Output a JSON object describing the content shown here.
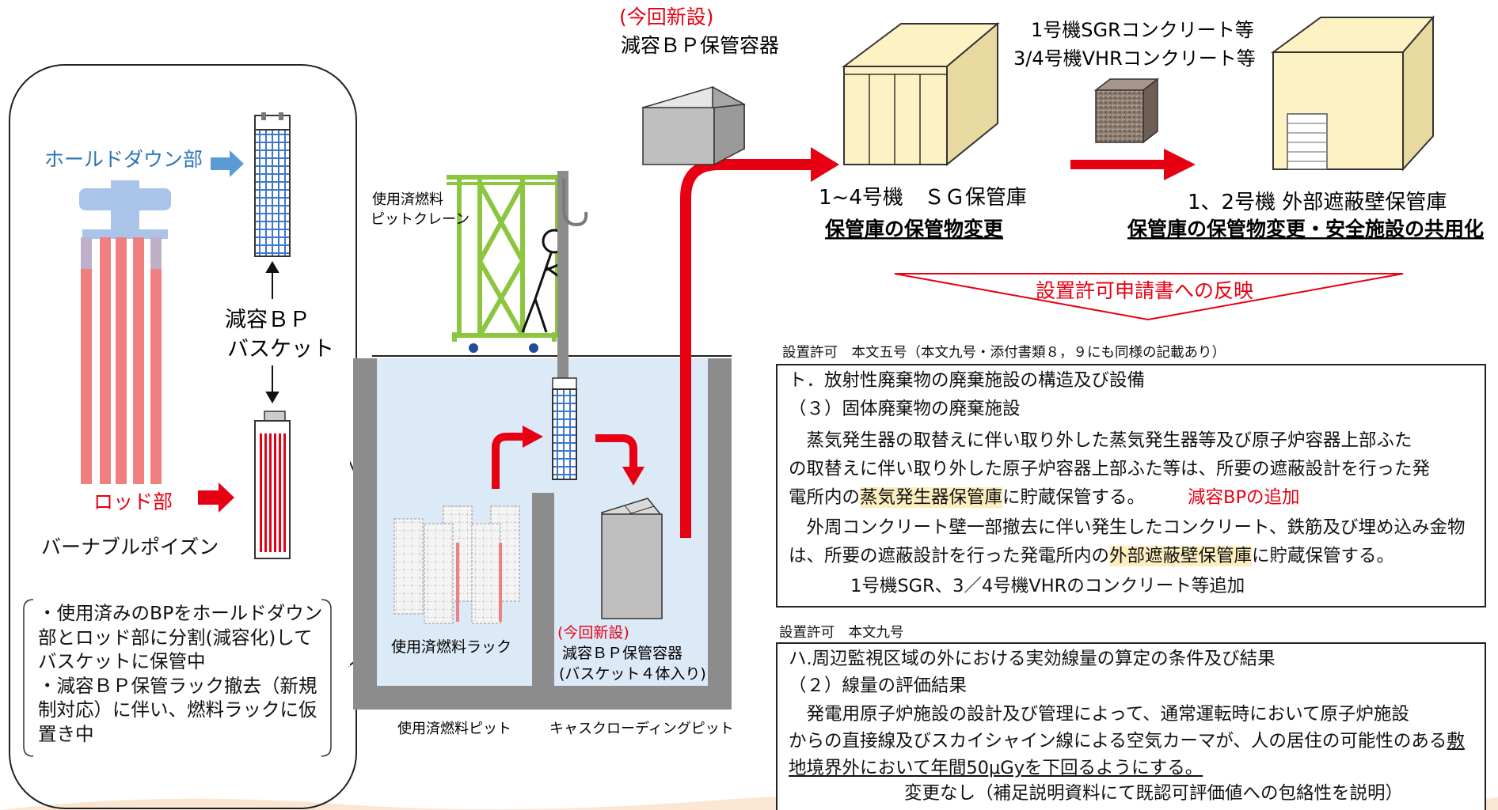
{
  "left": {
    "holddown_label": "ホールドダウン部",
    "rod_label": "ロッド部",
    "bp_label": "バーナブルポイズン",
    "basket_label_1": "減容ＢＰ",
    "basket_label_2": "バスケット",
    "note_lines": [
      "・使用済みのBPをホールドダウン",
      "部とロッド部に分割(減容化)して",
      "バスケットに保管中",
      "・減容ＢＰ保管ラック撤去（新規",
      "制対応）に伴い、燃料ラックに仮",
      "置き中"
    ]
  },
  "pool": {
    "crane_label_1": "使用済燃料",
    "crane_label_2": "ピットクレーン",
    "rack_label": "使用済燃料ラック",
    "container_new": "(今回新設)",
    "container_label": "減容ＢＰ保管容器",
    "container_note": "(バスケット４体入り)",
    "pit_label": "使用済燃料ピット",
    "cask_pit_label": "キャスクローディングピット"
  },
  "top": {
    "new_label": "(今回新設)",
    "container_label": "減容ＢＰ保管容器",
    "sg_store_label": "1~4号機　ＳＧ保管庫",
    "sg_store_change": "保管庫の保管物変更",
    "concrete_label_1": "1号機SGRコンクリート等",
    "concrete_label_2": "3/4号機VHRコンクリート等",
    "shield_store_label": "1、2号機 外部遮蔽壁保管庫",
    "shield_store_change": "保管庫の保管物変更・安全施設の共用化",
    "reflect_label": "設置許可申請書への反映"
  },
  "permit5": {
    "heading": "設置許可　本文五号（本文九号・添付書類８，９にも同様の記載あり）",
    "line1": "ト．放射性廃棄物の廃棄施設の構造及び設備",
    "line2": "（３）固体廃棄物の廃棄施設",
    "line3": "　蒸気発生器の取替えに伴い取り外した蒸気発生器等及び原子炉容器上部ふた",
    "line4": "の取替えに伴い取り外した原子炉容器上部ふた等は、所要の遮蔽設計を行った発",
    "line5_a": "電所内の",
    "line5_hl": "蒸気発生器保管庫",
    "line5_b": "に貯蔵保管する。",
    "line5_note": "減容BPの追加",
    "line6": "　外周コンクリート壁一部撤去に伴い発生したコンクリート、鉄筋及び埋め込み金物",
    "line7_a": "は、所要の遮蔽設計を行った発電所内の",
    "line7_hl": "外部遮蔽壁保管庫",
    "line7_b": "に貯蔵保管する。",
    "line8_note": "1号機SGR、3／4号機VHRのコンクリート等追加"
  },
  "permit9": {
    "heading": "設置許可　本文九号",
    "line1": "ハ.周辺監視区域の外における実効線量の算定の条件及び結果",
    "line2": "（２）線量の評価結果",
    "line3": "　発電用原子炉施設の設計及び管理によって、通常運転時において原子炉施設",
    "line4_a": "からの直接線及びスカイシャイン線による空気カーマが、人の居住の可能性のある",
    "line4_b": "敷",
    "line5": "地境界外において年間50μGyを下回るようにする。",
    "line6_note": "変更なし（補足説明資料にて既認可評価値への包絡性を説明）"
  },
  "colors": {
    "red": "#e60012",
    "blue_arrow": "#5b9bd5",
    "note_blue": "#0b63c6",
    "crane_green": "#8cc63f",
    "pool_water": "#dce9f7",
    "container_gray": "#c8c8c8",
    "building_yellow": "#fdf2c4",
    "highlight": "#fdeec0"
  }
}
